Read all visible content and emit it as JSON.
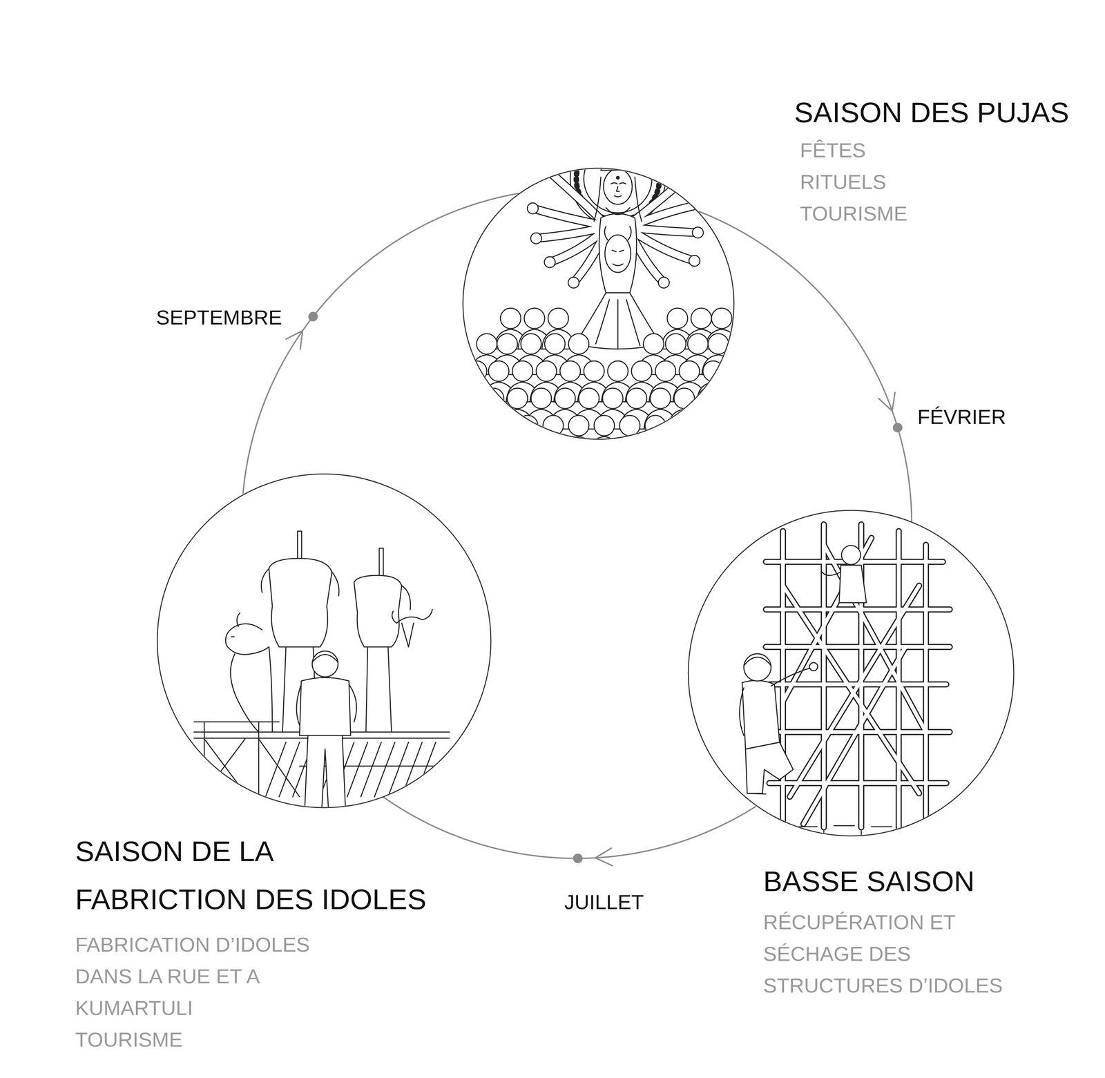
{
  "diagram": {
    "nodes": [
      {
        "text": [
          "SAISON DES PUJAS",
          "FÊTES",
          "RITUELS",
          "TOURISME"
        ]
      },
      {
        "text": [
          "SAISON DE LA FABRICTION DES IDOLES",
          "FABRICATION D’IDOLES DANS LA RUE ET A KUMARTULI",
          "TOURISME"
        ]
      },
      {
        "text": [
          "BASSE SAISON",
          "RÉCUPÉRATION ET SÉCHAGE DES STRUCTURES D’IDOLES"
        ]
      }
    ],
    "edges": [
      {
        "from": 0,
        "to": 2,
        "arrow": "to",
        "label": "FÉVRIER"
      },
      {
        "from": 2,
        "to": 1,
        "arrow": "to",
        "label": "JUILLET"
      },
      {
        "from": 1,
        "to": 0,
        "arrow": "to",
        "label": "SEPTEMBRE"
      }
    ]
  }
}
